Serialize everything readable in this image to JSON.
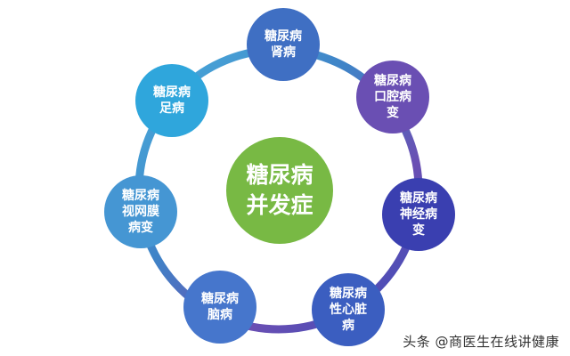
{
  "diagram": {
    "center": {
      "label": "糖尿病\n并发症",
      "color": "#78b944"
    },
    "ring_colors": [
      "#4bb0dd",
      "#3f83c7",
      "#6a4fb3",
      "#3a4cb8"
    ],
    "nodes": [
      {
        "label": "糖尿病\n肾病",
        "color": "#3f6fc3"
      },
      {
        "label": "糖尿病\n口腔病\n变",
        "color": "#6a4fb3"
      },
      {
        "label": "糖尿病\n神经病\n变",
        "color": "#3a3fb0"
      },
      {
        "label": "糖尿病\n性心脏\n病",
        "color": "#3b5ec0"
      },
      {
        "label": "糖尿病\n脑病",
        "color": "#4676cc"
      },
      {
        "label": "糖尿病\n视网膜\n病变",
        "color": "#4596d3"
      },
      {
        "label": "糖尿病\n足病",
        "color": "#2fa6dc"
      }
    ]
  },
  "watermark": "头条 @商医生在线讲健康"
}
